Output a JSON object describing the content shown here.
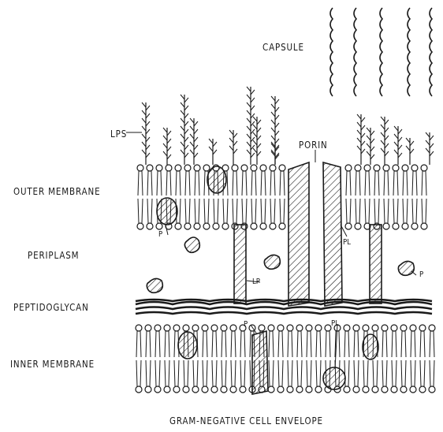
{
  "title": "GRAM-NEGATIVE CELL ENVELOPE",
  "layers": {
    "capsule": "CAPSULE",
    "lps": "LPS",
    "porin": "PORIN",
    "outer_membrane": "OUTER MEMBRANE",
    "periplasm": "PERIPLASM",
    "peptidoglycan": "PEPTIDOGLYCAN",
    "inner_membrane": "INNER MEMBRANE"
  },
  "markers": {
    "p_outer": "P",
    "pl_outer": "PL",
    "lp": "LP",
    "p_periplasm": "P",
    "p_inner": "P",
    "pl_inner": "PL"
  },
  "colors": {
    "ink": "#1a1a1a",
    "paper": "#ffffff"
  }
}
